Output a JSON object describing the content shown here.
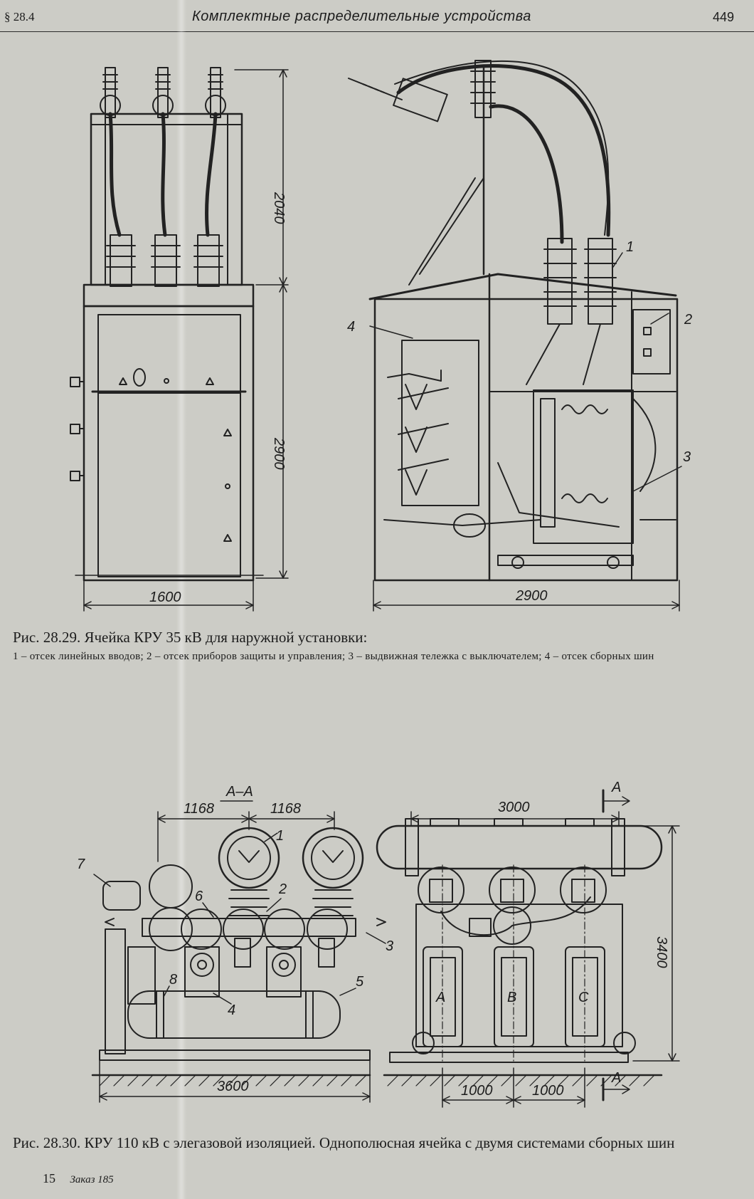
{
  "header": {
    "section": "§ 28.4",
    "title": "Комплектные распределительные устройства",
    "page_number": "449"
  },
  "figure1": {
    "dimensions": {
      "front_height_top": "2040",
      "front_height_bottom": "2900",
      "front_width": "1600",
      "side_width": "2900"
    },
    "callouts": [
      "1",
      "2",
      "3",
      "4"
    ],
    "caption_title": "Рис. 28.29. Ячейка КРУ 35 кВ для наружной установки:",
    "caption_desc": "1 – отсек линейных вводов; 2 – отсек приборов защиты и управления; 3 – выдвижная тележка с выключателем; 4 – отсек сборных шин"
  },
  "figure2": {
    "section_label": "А–А",
    "dimensions": {
      "spacing_left": "1168",
      "spacing_right": "1168",
      "length": "3600",
      "top_width": "3000",
      "height": "3400",
      "phase_a_b": "1000",
      "phase_b_c": "1000"
    },
    "section_marks": [
      "А",
      "А"
    ],
    "phases": [
      "А",
      "В",
      "С"
    ],
    "callouts": [
      "1",
      "2",
      "3",
      "4",
      "5",
      "6",
      "7",
      "8"
    ],
    "caption": "Рис. 28.30. КРУ 110 кВ с элегазовой изоляцией. Однополюсная ячейка с двумя системами сборных шин"
  },
  "footer": {
    "signature": "15",
    "order": "Заказ 185"
  }
}
